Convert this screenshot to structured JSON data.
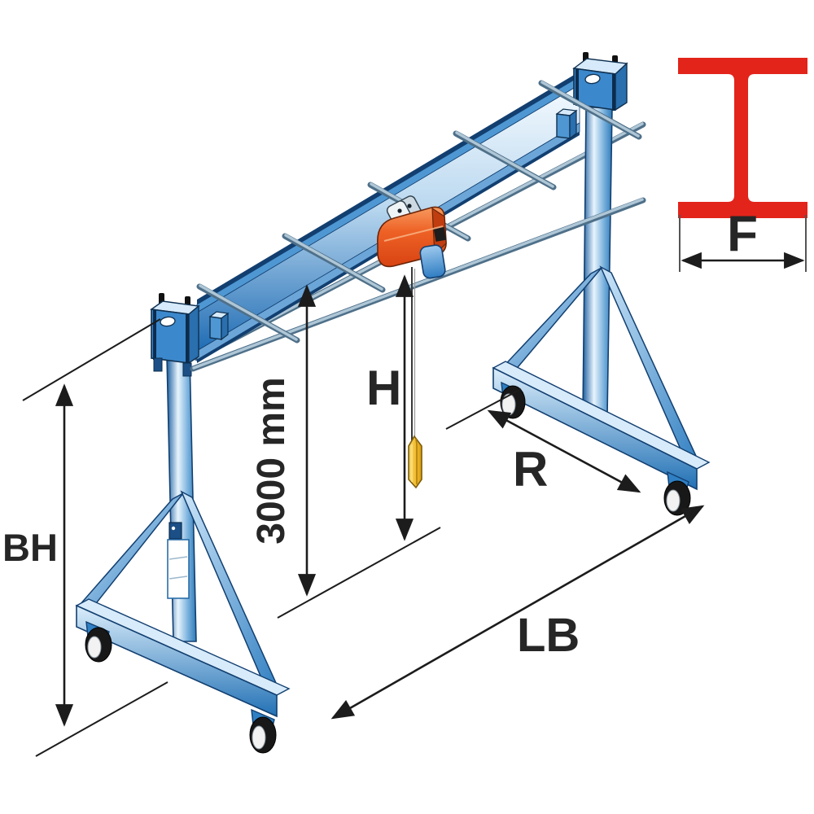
{
  "diagram": {
    "subject": "Mobile portal gantry crane with electric chain hoist and I-beam girder, dimensional drawing",
    "dimensions": {
      "base_height_label": "BH",
      "clear_height_label": "3000 mm",
      "hook_path_label": "H",
      "support_depth_label": "R",
      "base_length_label": "LB",
      "flange_width_label": "F"
    },
    "profile_symbol": {
      "name": "I-beam cross-section",
      "color": "#e2241a"
    },
    "colors": {
      "crane_blue": "#2e7fc2",
      "crane_blue_dark": "#123f70",
      "crane_blue_light": "#e9f4fd",
      "hoist_orange": "#e8531e",
      "chain_bucket_blue": "#4b95d8",
      "hook_yellow": "#f2b824",
      "rail_gray": "#8fafc4",
      "dimension_black": "#1c1c1c"
    }
  }
}
